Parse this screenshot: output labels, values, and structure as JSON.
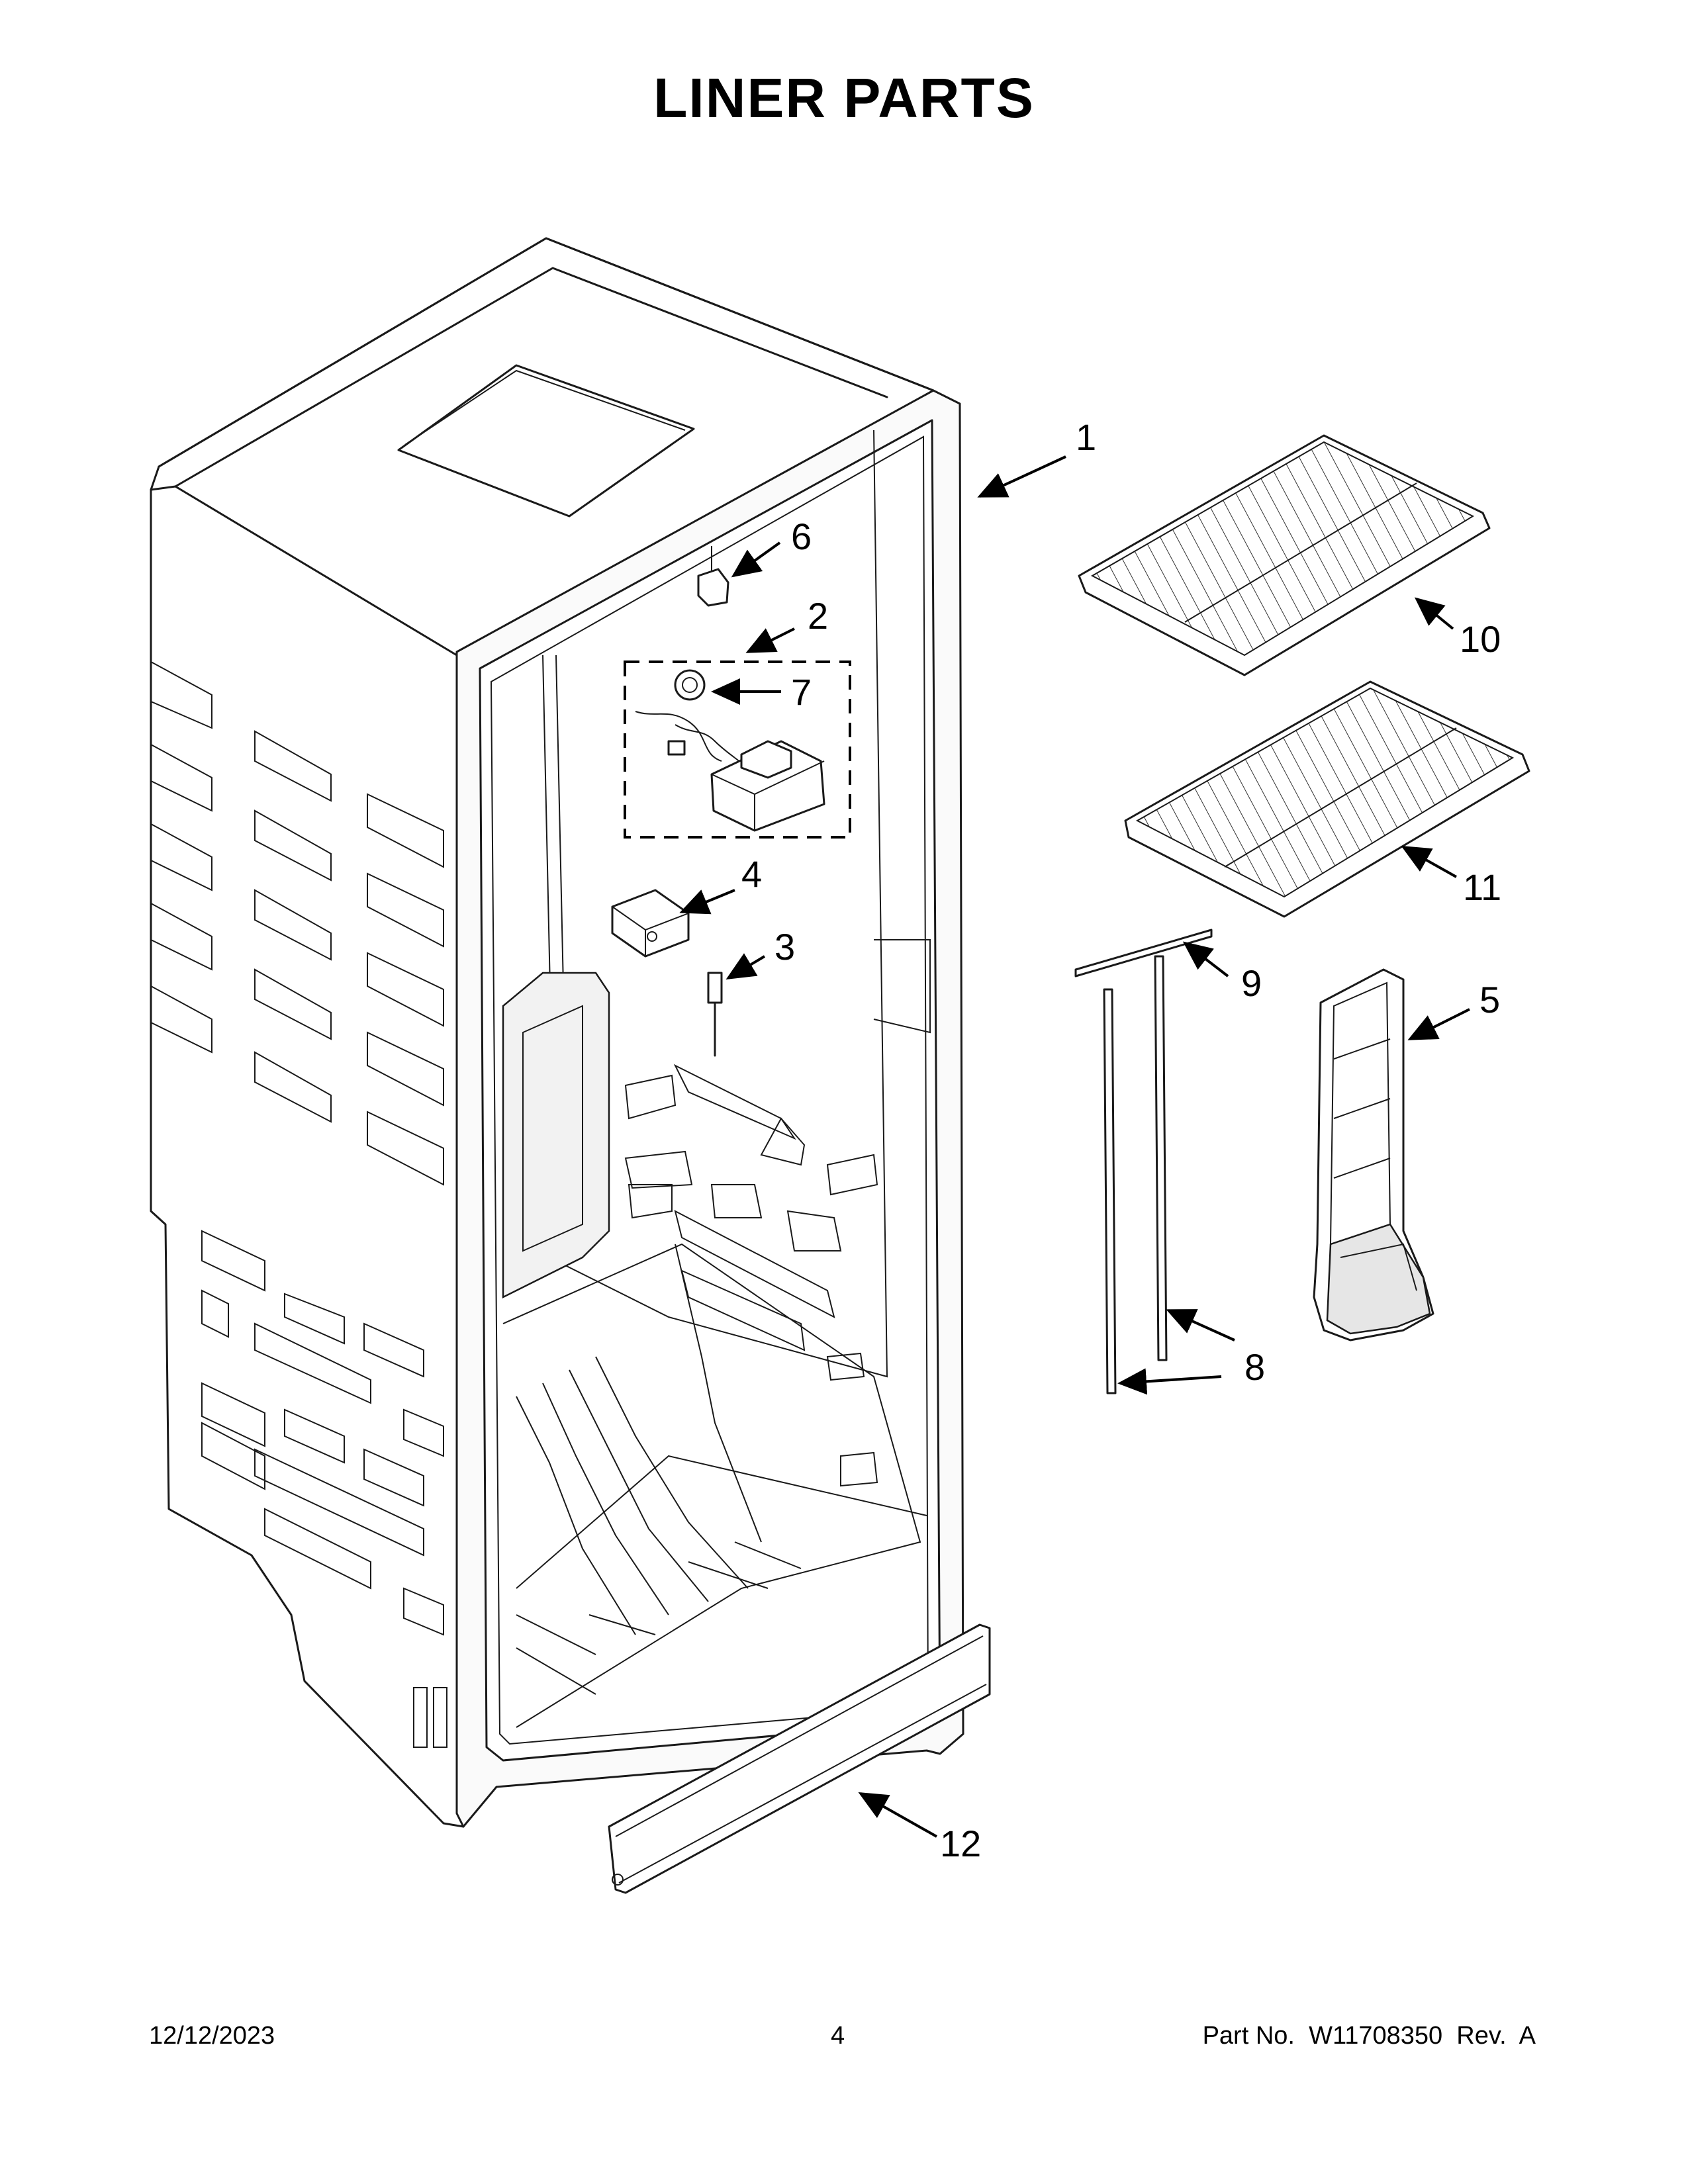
{
  "header": {
    "title": "LINER PARTS"
  },
  "callouts": {
    "c1": "1",
    "c2": "2",
    "c3": "3",
    "c4": "4",
    "c5": "5",
    "c6": "6",
    "c7": "7",
    "c8": "8",
    "c9": "9",
    "c10": "10",
    "c11": "11",
    "c12": "12"
  },
  "footer": {
    "date": "12/12/2023",
    "page": "4",
    "part": "Part No.  W11708350  Rev.  A"
  }
}
